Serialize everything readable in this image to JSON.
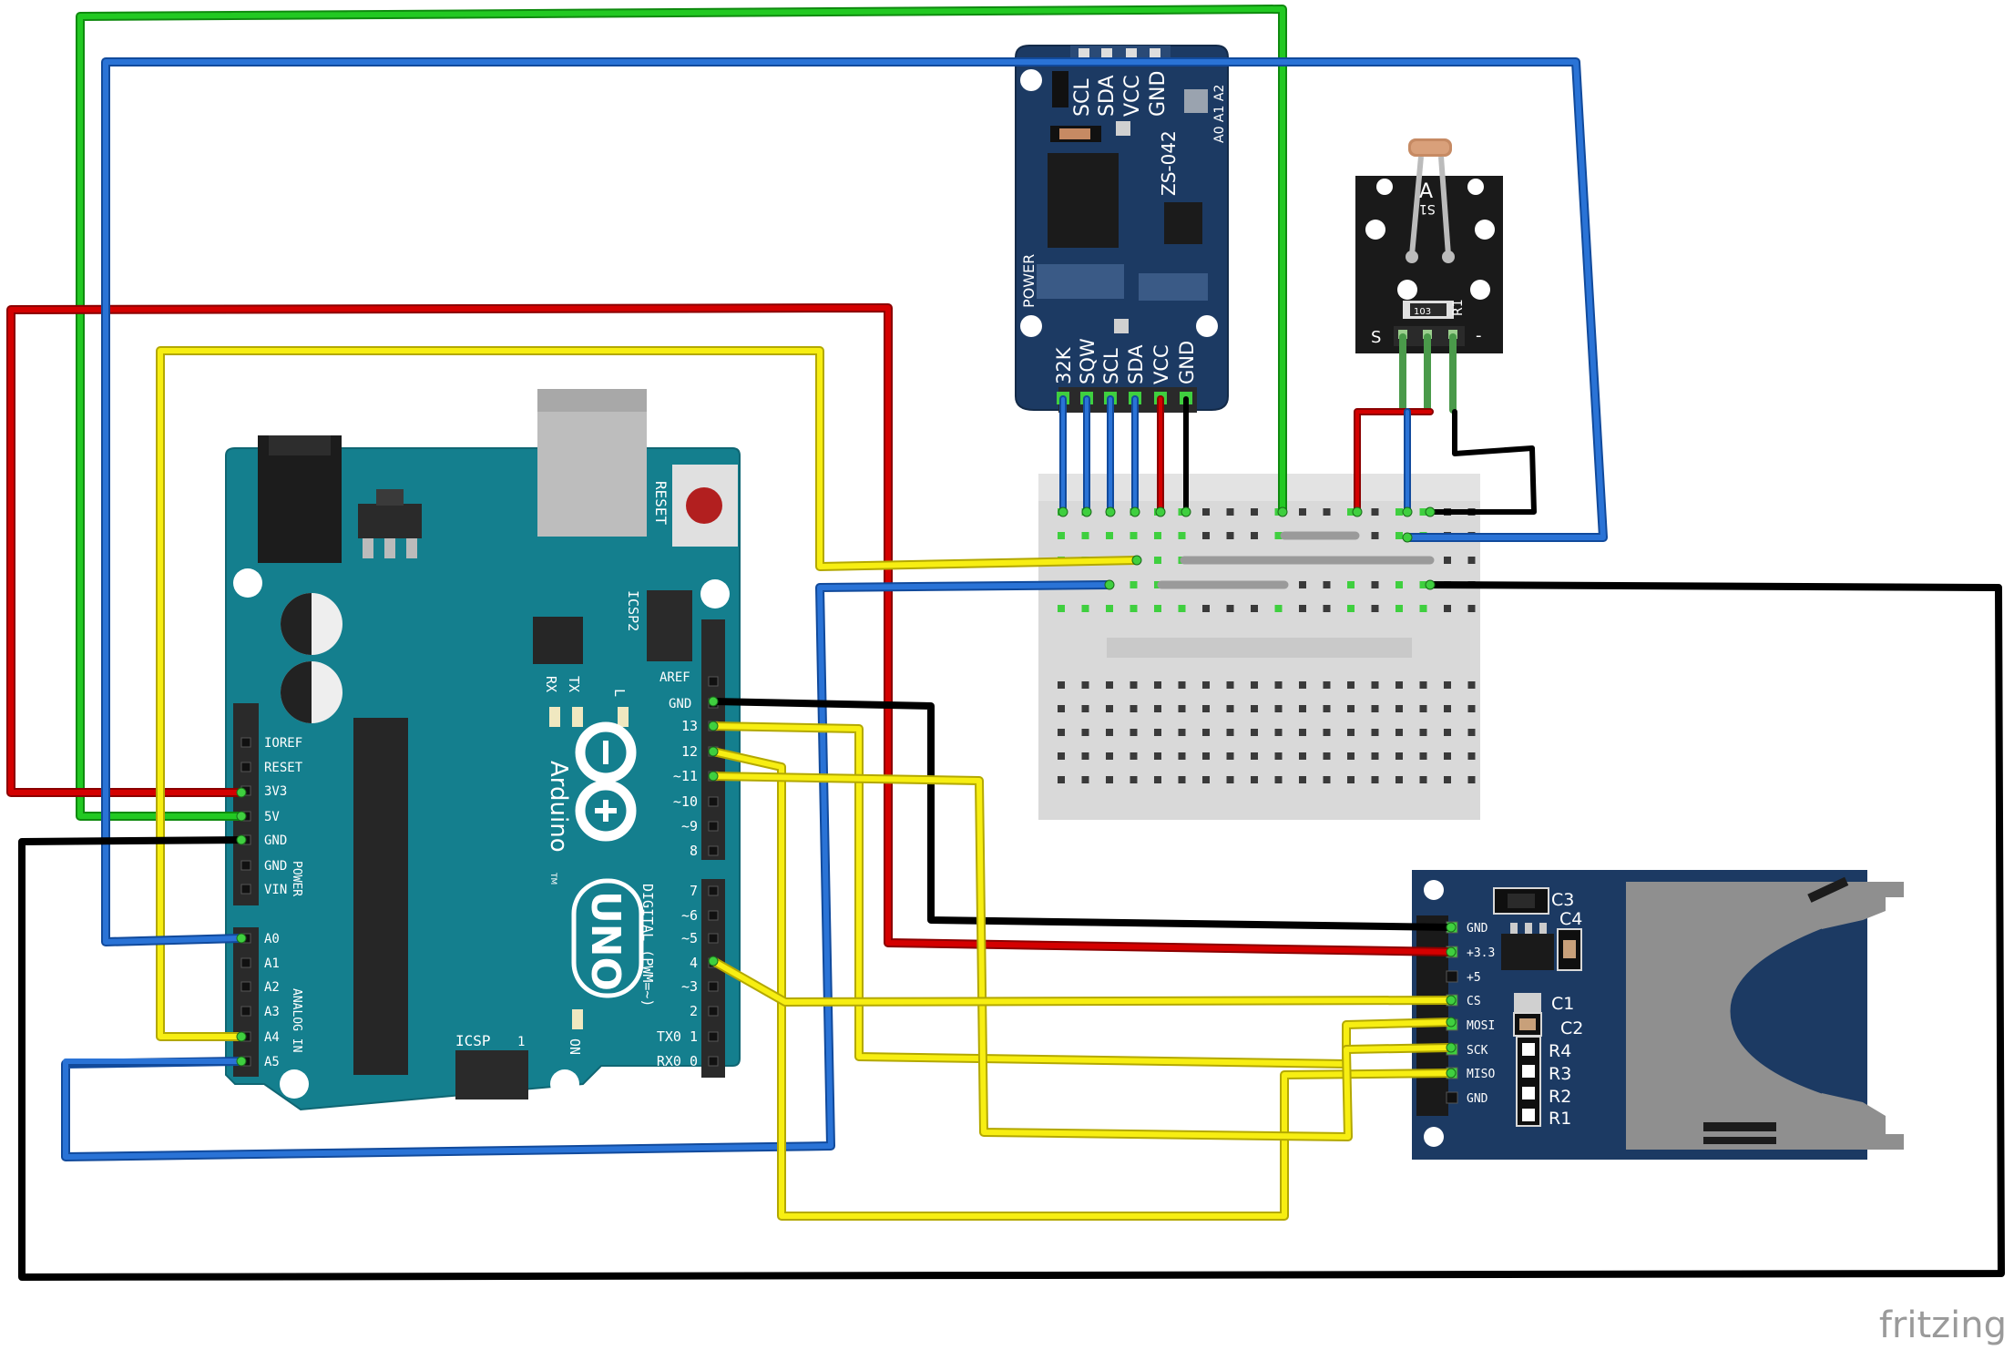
{
  "arduino": {
    "reset": "RESET",
    "icsp2": "ICSP2",
    "icsp": "ICSP",
    "icsp_one": "1",
    "aref": "AREF",
    "gnd": "GND",
    "l": "L",
    "tx": "TX",
    "rx": "RX",
    "on": "ON",
    "brand": "Arduino",
    "uno": "UNO",
    "tm": "TM",
    "digital": "DIGITAL (PWM=~)",
    "power": "POWER",
    "analog": "ANALOG IN",
    "power_pins": [
      "IOREF",
      "RESET",
      "3V3",
      "5V",
      "GND",
      "GND",
      "VIN"
    ],
    "analog_pins": [
      "A0",
      "A1",
      "A2",
      "A3",
      "A4",
      "A5"
    ],
    "digital_high": [
      "13",
      "12",
      "~11",
      "~10",
      "~9",
      "8"
    ],
    "digital_low": [
      "7",
      "~6",
      "~5",
      "4",
      "~3",
      "2",
      "TX0 1",
      "RX0 0"
    ]
  },
  "rtc": {
    "model": "ZS-042",
    "power": "POWER",
    "top_pins": [
      "SCL",
      "SDA",
      "VCC",
      "GND"
    ],
    "addr": "A0 A1 A2",
    "bottom_pins": [
      "32K",
      "SQW",
      "SCL",
      "SDA",
      "VCC",
      "GND"
    ]
  },
  "ldr": {
    "a": "A",
    "s1": "S1",
    "r1": "R1",
    "resistor": "103",
    "s": "S",
    "minus": "-"
  },
  "sd": {
    "pins": [
      "GND",
      "+3.3",
      "+5",
      "CS",
      "MOSI",
      "SCK",
      "MISO",
      "GND"
    ],
    "parts": [
      "C3",
      "C4",
      "C1",
      "C2",
      "R4",
      "R3",
      "R2",
      "R1"
    ]
  },
  "watermark": "fritzing"
}
